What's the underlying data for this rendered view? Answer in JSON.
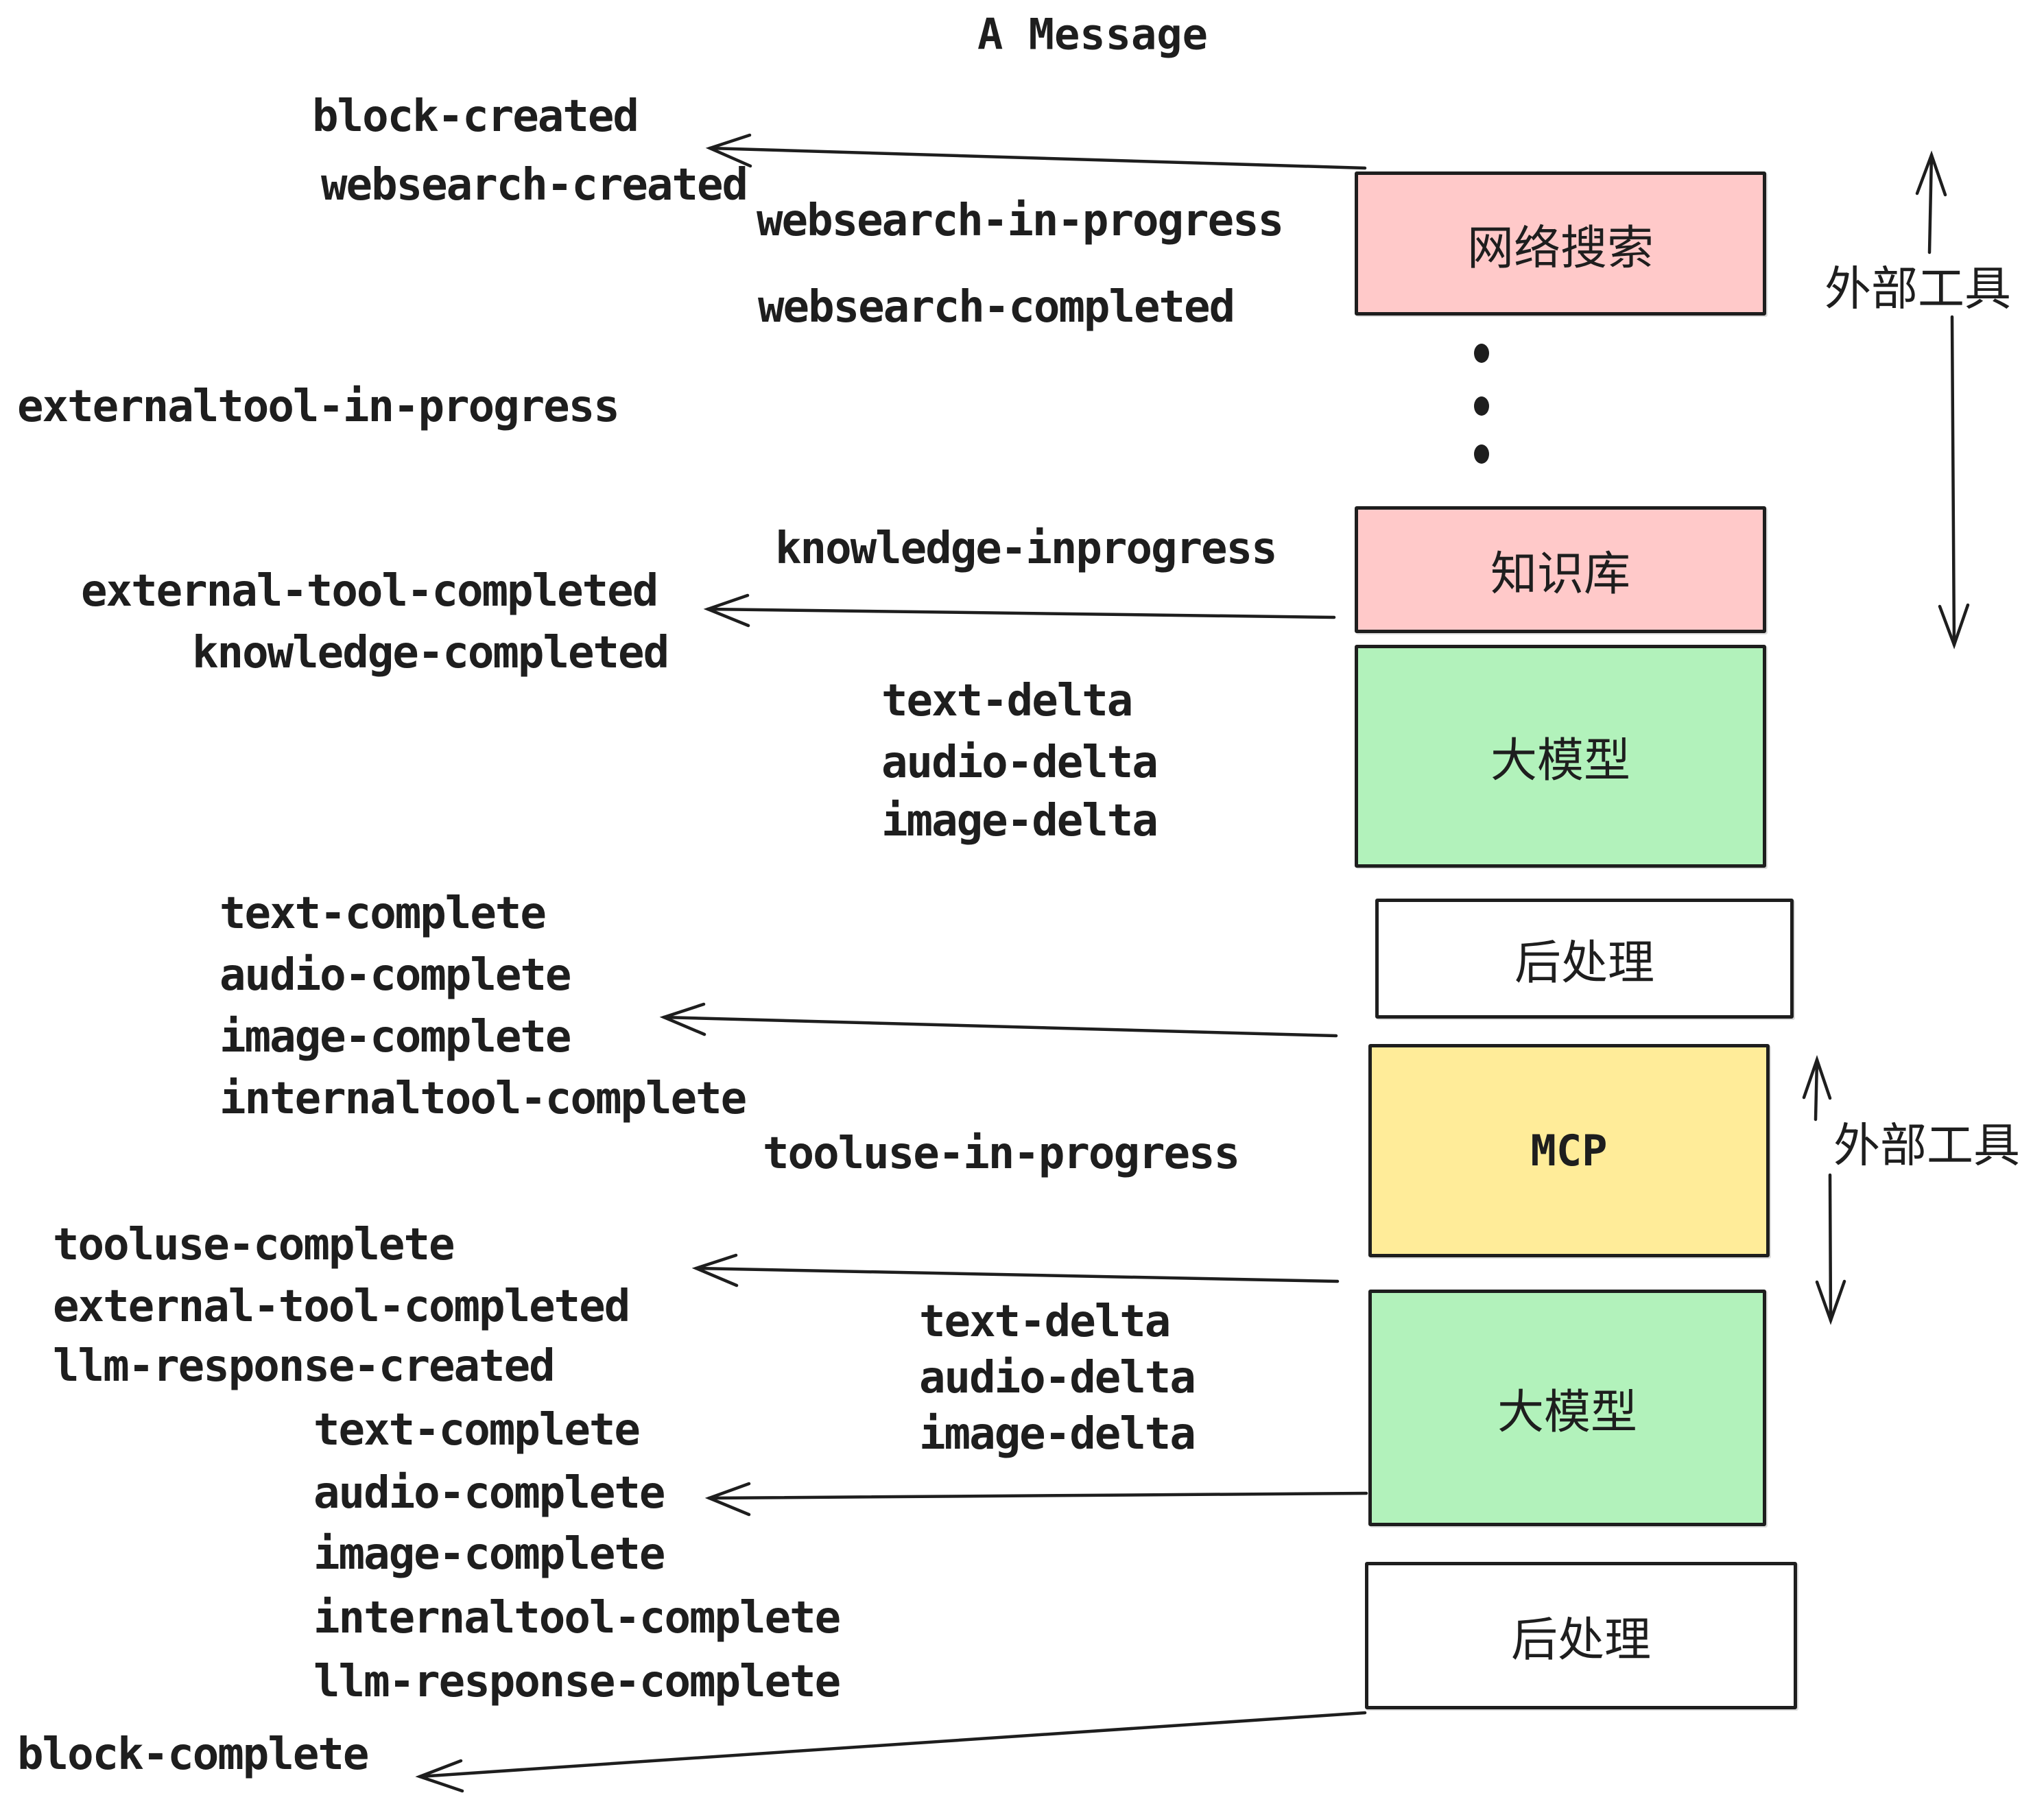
{
  "title": "A Message",
  "events": [
    {
      "label": "block-created"
    },
    {
      "label": "websearch-created"
    },
    {
      "label": "websearch-in-progress"
    },
    {
      "label": "websearch-completed"
    },
    {
      "label": "externaltool-in-progress"
    },
    {
      "label": "knowledge-inprogress"
    },
    {
      "label": "external-tool-completed"
    },
    {
      "label": "knowledge-completed"
    },
    {
      "label": "text-delta"
    },
    {
      "label": "audio-delta"
    },
    {
      "label": "image-delta"
    },
    {
      "label": "text-complete"
    },
    {
      "label": "audio-complete"
    },
    {
      "label": "image-complete"
    },
    {
      "label": "internaltool-complete"
    },
    {
      "label": "tooluse-in-progress"
    },
    {
      "label": "tooluse-complete"
    },
    {
      "label": "external-tool-completed"
    },
    {
      "label": "llm-response-created"
    },
    {
      "label": "text-delta"
    },
    {
      "label": "audio-delta"
    },
    {
      "label": "image-delta"
    },
    {
      "label": "text-complete"
    },
    {
      "label": "audio-complete"
    },
    {
      "label": "image-complete"
    },
    {
      "label": "internaltool-complete"
    },
    {
      "label": "llm-response-complete"
    },
    {
      "label": "block-complete"
    }
  ],
  "boxes": [
    {
      "label": "网络搜索",
      "color": "#ffc9c9"
    },
    {
      "label": "知识库",
      "color": "#ffc9c9"
    },
    {
      "label": "大模型",
      "color": "#b2f2bb"
    },
    {
      "label": "后处理",
      "color": "#ffffff"
    },
    {
      "label": "MCP",
      "color": "#ffec99"
    },
    {
      "label": "大模型",
      "color": "#b2f2bb"
    },
    {
      "label": "后处理",
      "color": "#ffffff"
    }
  ],
  "side_labels": [
    {
      "label": "外部工具"
    },
    {
      "label": "外部工具"
    }
  ],
  "colors": {
    "background": "#ffffff",
    "line": "#1e1e1e",
    "pink": "#ffc9c9",
    "green": "#b2f2bb",
    "yellow": "#ffec99",
    "white": "#ffffff"
  }
}
